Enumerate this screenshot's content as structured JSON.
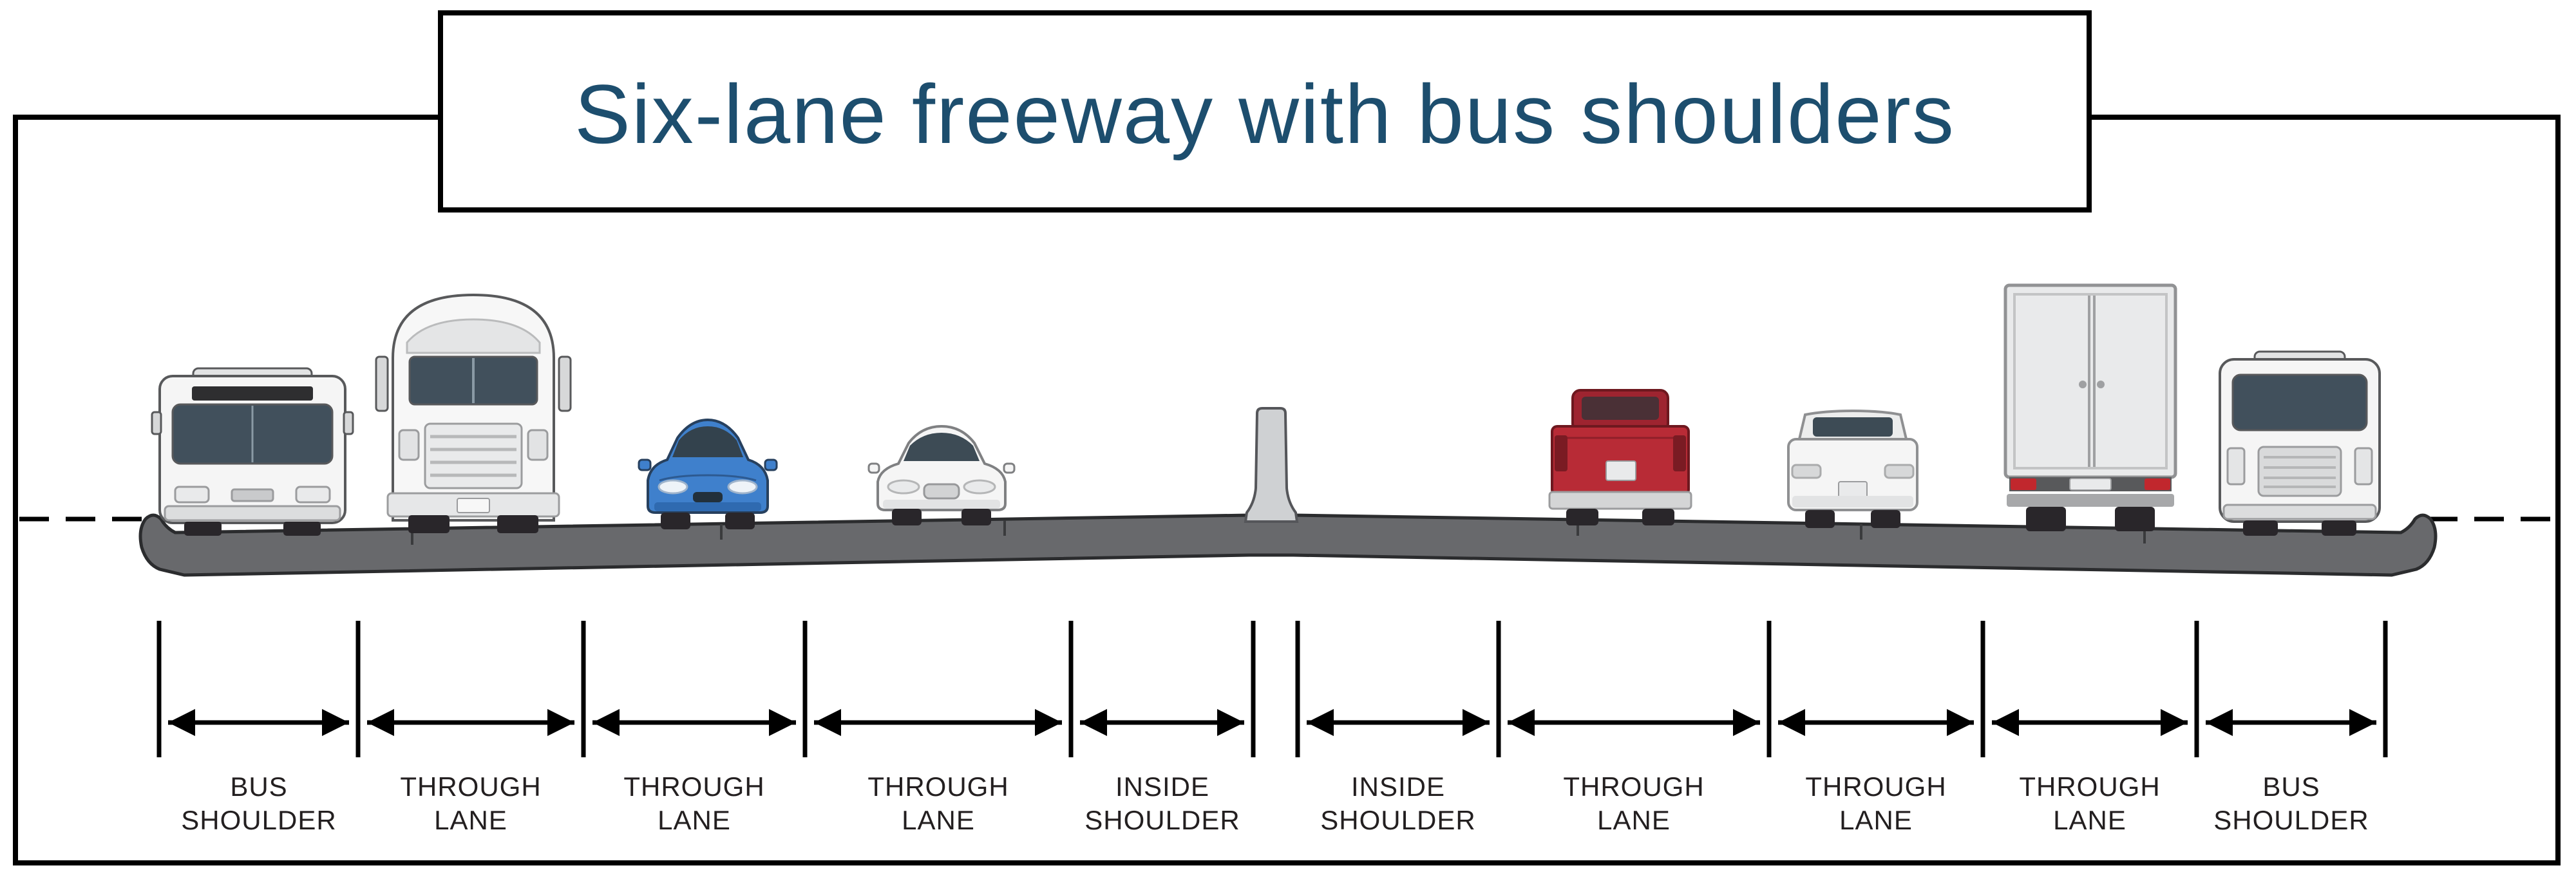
{
  "title": "Six-lane freeway with bus shoulders",
  "lanes": [
    {
      "line1": "BUS",
      "line2": "SHOULDER"
    },
    {
      "line1": "THROUGH",
      "line2": "LANE"
    },
    {
      "line1": "THROUGH",
      "line2": "LANE"
    },
    {
      "line1": "THROUGH",
      "line2": "LANE"
    },
    {
      "line1": "INSIDE",
      "line2": "SHOULDER"
    },
    {
      "line1": "INSIDE",
      "line2": "SHOULDER"
    },
    {
      "line1": "THROUGH",
      "line2": "LANE"
    },
    {
      "line1": "THROUGH",
      "line2": "LANE"
    },
    {
      "line1": "THROUGH",
      "line2": "LANE"
    },
    {
      "line1": "BUS",
      "line2": "SHOULDER"
    }
  ],
  "vehicles": [
    {
      "icon": "bus-front-icon",
      "color": "#f5f5f5"
    },
    {
      "icon": "semi-truck-front-icon",
      "color": "#f7f7f7"
    },
    {
      "icon": "car-front-icon",
      "color": "#3f80cc"
    },
    {
      "icon": "car-front-icon",
      "color": "#f5f5f5"
    },
    {
      "icon": "pickup-truck-rear-icon",
      "color": "#b82b36"
    },
    {
      "icon": "car-rear-icon",
      "color": "#f5f5f5"
    },
    {
      "icon": "box-truck-rear-icon",
      "color": "#e9eaeb"
    },
    {
      "icon": "bus-rear-icon",
      "color": "#f5f5f5"
    }
  ],
  "colors": {
    "title_text": "#1d4e6e",
    "border": "#000000",
    "road": "#68696c",
    "road_outline": "#2b2c2e",
    "median_barrier": "#cfd1d3",
    "dimension_lines": "#000000",
    "label_text": "#231f20"
  }
}
